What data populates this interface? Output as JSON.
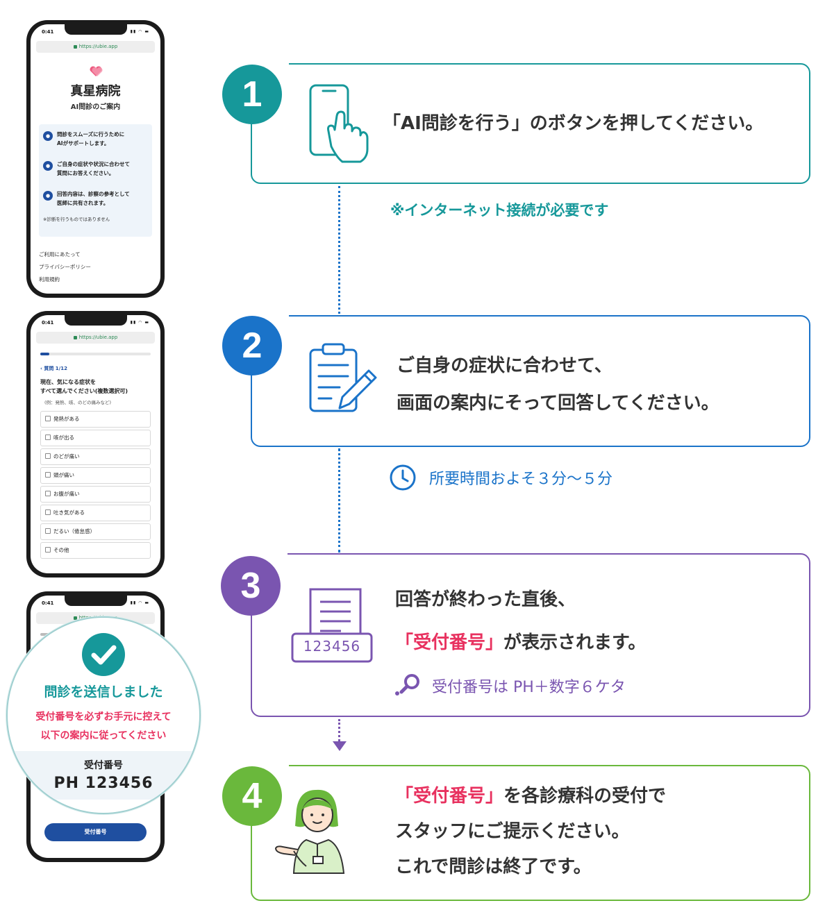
{
  "phone_status": {
    "time": "0:41",
    "icons": "▮▮ ◠ ▬",
    "url": "https://ubie.app"
  },
  "phone1": {
    "hospital_name": "真星病院",
    "subtitle": "AI問診のご案内",
    "info": [
      {
        "line1": "問診をスムーズに行うために",
        "line2": "AIがサポートします。"
      },
      {
        "line1": "ご自身の症状や状況に合わせて",
        "line2": "質問にお答えください。"
      },
      {
        "line1": "回答内容は、診察の参考として",
        "line2": "医師に共有されます。"
      }
    ],
    "note": "※診断を行うものではありません",
    "links": [
      "ご利用にあたって",
      "プライバシーポリシー",
      "利用規約"
    ]
  },
  "phone2": {
    "nav": "質問 1/12",
    "question_line1": "現在、気になる症状を",
    "question_line2": "すべて選んでください(複数選択可)",
    "hint": "(例：発熱、咳、のどの痛みなど)",
    "options": [
      "発熱がある",
      "咳が出る",
      "のどが痛い",
      "頭が痛い",
      "お腹が痛い",
      "吐き気がある",
      "だるい（倦怠感）",
      "その他"
    ]
  },
  "phone3": {
    "button": "受付番号",
    "magnifier": {
      "title": "問診を送信しました",
      "warning_line1": "受付番号を必ずお手元に控えて",
      "warning_line2": "以下の案内に従ってください",
      "code_label": "受付番号",
      "code": "PH 123456"
    }
  },
  "steps": [
    {
      "number": "1",
      "line1": "「AI問診を行う」のボタンを押してください。"
    },
    {
      "number": "2",
      "line1": "ご自身の症状に合わせて、",
      "line2": "画面の案内にそって回答してください。"
    },
    {
      "number": "3",
      "line1": "回答が終わった直後、",
      "line2_highlight": "「受付番号」",
      "line2_rest": "が表示されます。",
      "code_sample": "123456"
    },
    {
      "number": "4",
      "line1_highlight": "「受付番号」",
      "line1_rest": "を各診療科の受付で",
      "line2": "スタッフにご提示ください。",
      "line3": "これで問診は終了です。"
    }
  ],
  "notes": {
    "internet": "※インターネット接続が必要です",
    "time": "所要時間およそ３分～５分",
    "number_format": "受付番号は PH＋数字６ケタ"
  },
  "colors": {
    "step1": "#16989a",
    "step2": "#1a73c9",
    "step3": "#7a55b0",
    "step4": "#6ab83c",
    "highlight": "#e8315f"
  },
  "icons": [
    "phone-tap-icon",
    "clipboard-pen-icon",
    "clock-icon",
    "ticket-printer-icon",
    "search-icon",
    "staff-woman-icon",
    "heart-icon",
    "check-icon"
  ]
}
